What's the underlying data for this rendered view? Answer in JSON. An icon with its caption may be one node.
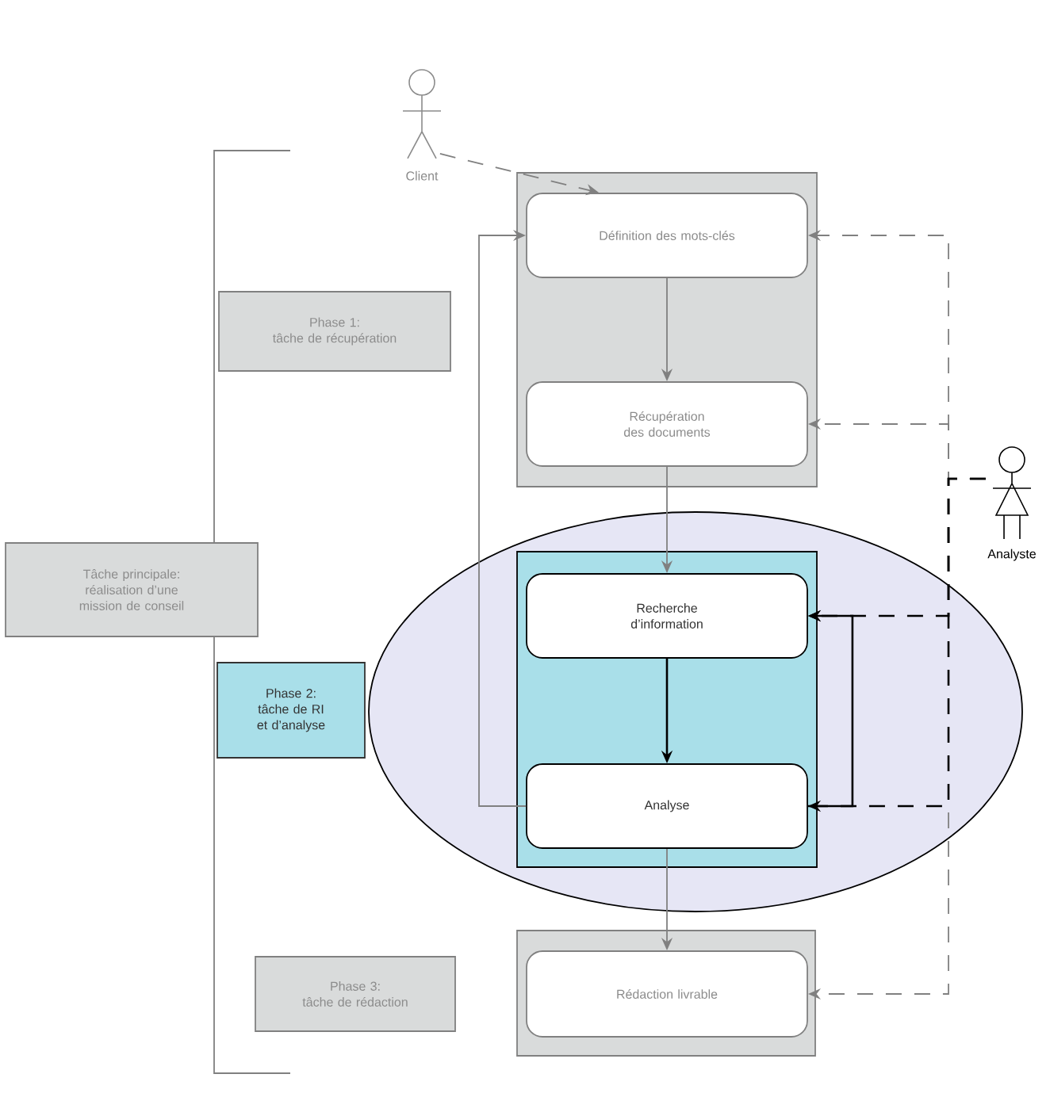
{
  "diagram": {
    "nodes": [
      {
        "text": [
          "Tâche principale:",
          "réalisation d’une mission de conseil"
        ]
      },
      {
        "text": [
          "Phase 1:",
          "tâche de récupération"
        ]
      },
      {
        "text": [
          "Phase 2:",
          "tâche de RI et d’analyse"
        ]
      },
      {
        "text": [
          "Phase 3:",
          "tâche de rédaction"
        ]
      },
      {
        "text": [
          "Client"
        ]
      },
      {
        "text": [
          "Analyste"
        ]
      },
      {
        "text": [],
        "shape": "box"
      },
      {
        "text": [
          "Définition des mots-clés"
        ],
        "in": 6
      },
      {
        "text": [
          "Récupération des documents"
        ],
        "in": 6
      },
      {
        "text": [],
        "shape": "ellipse"
      },
      {
        "text": [],
        "shape": "box",
        "in": 9
      },
      {
        "text": [
          "Recherche d’information"
        ],
        "in": 10
      },
      {
        "text": [
          "Analyse"
        ],
        "in": 10
      },
      {
        "text": [],
        "shape": "box"
      },
      {
        "text": [
          "Rédaction livrable"
        ],
        "in": 13
      }
    ],
    "edges": [
      {
        "from": 4,
        "to": 7,
        "arrow": "to",
        "style": "dashed"
      },
      {
        "from": 7,
        "to": 8,
        "arrow": "to"
      },
      {
        "from": 8,
        "to": 11,
        "arrow": "to"
      },
      {
        "from": 11,
        "to": 12,
        "arrow": "to",
        "color": "#000000"
      },
      {
        "from": 12,
        "to": 7,
        "arrow": "to"
      },
      {
        "from": 12,
        "to": 11,
        "arrow": "to",
        "color": "#000000"
      },
      {
        "from": 12,
        "to": 14,
        "arrow": "to"
      },
      {
        "from": 5,
        "to": 7,
        "arrow": "to",
        "style": "dashed"
      },
      {
        "from": 5,
        "to": 8,
        "arrow": "to",
        "style": "dashed"
      },
      {
        "from": 5,
        "to": 11,
        "arrow": "to",
        "style": "dashed",
        "color": "#000000"
      },
      {
        "from": 5,
        "to": 12,
        "arrow": "to",
        "style": "dashed",
        "color": "#000000"
      },
      {
        "from": 5,
        "to": 14,
        "arrow": "to",
        "style": "dashed"
      }
    ]
  }
}
